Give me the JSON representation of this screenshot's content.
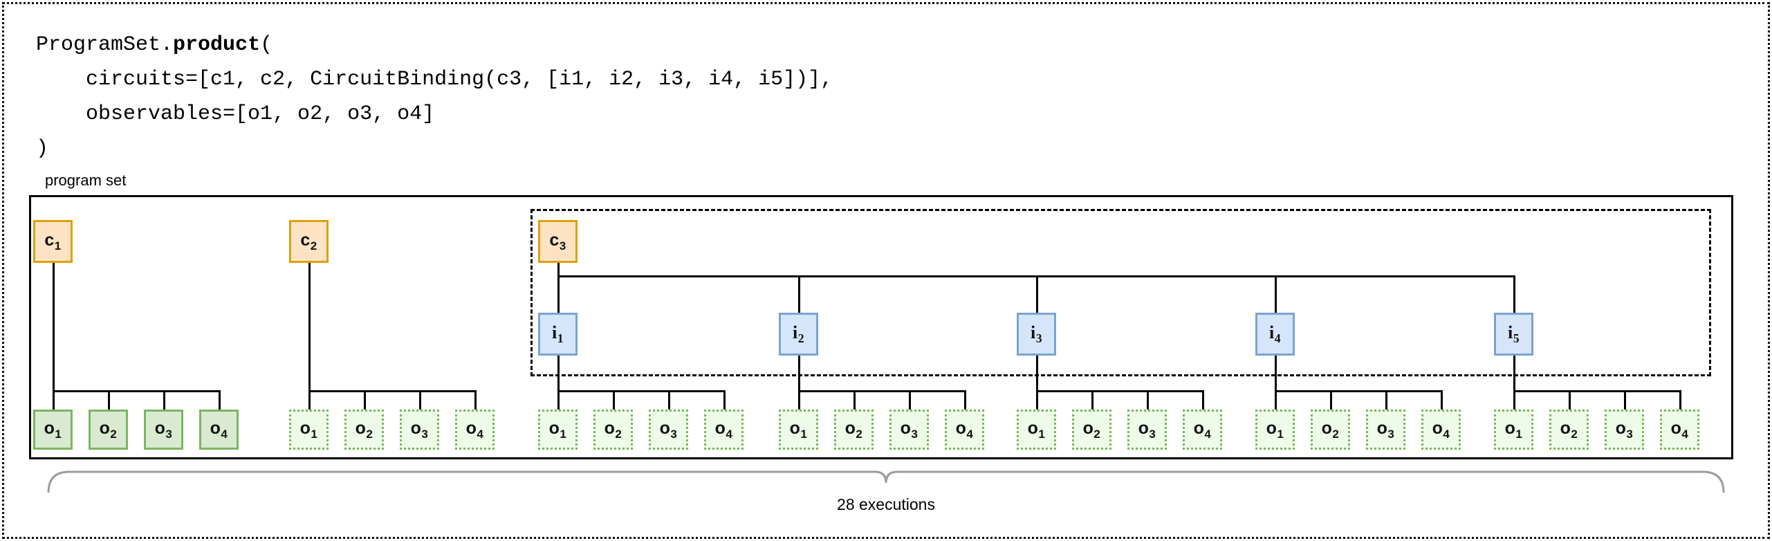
{
  "frame": {
    "style": "dotted"
  },
  "code": {
    "lines": [
      "ProgramSet.",
      "product",
      "(",
      "    circuits=[c1, c2, CircuitBinding(c3, [i1, i2, i3, i4, i5])],",
      "    observables=[o1, o2, o3, o4]",
      ")"
    ],
    "line1_prefix": "ProgramSet.",
    "line1_bold": "product",
    "line1_suffix": "(",
    "line2": "    circuits=[c1, c2, CircuitBinding(c3, [i1, i2, i3, i4, i5])],",
    "line3": "    observables=[o1, o2, o3, o4]",
    "line4": ")"
  },
  "diagram": {
    "program_set_label": "program set",
    "circuits": [
      {
        "id": "c1",
        "letter": "c",
        "sub": "1"
      },
      {
        "id": "c2",
        "letter": "c",
        "sub": "2"
      },
      {
        "id": "c3",
        "letter": "c",
        "sub": "3"
      }
    ],
    "inputs": [
      {
        "id": "i1",
        "letter": "i",
        "sub": "1"
      },
      {
        "id": "i2",
        "letter": "i",
        "sub": "2"
      },
      {
        "id": "i3",
        "letter": "i",
        "sub": "3"
      },
      {
        "id": "i4",
        "letter": "i",
        "sub": "4"
      },
      {
        "id": "i5",
        "letter": "i",
        "sub": "5"
      }
    ],
    "observables": [
      {
        "id": "o1",
        "letter": "o",
        "sub": "1"
      },
      {
        "id": "o2",
        "letter": "o",
        "sub": "2"
      },
      {
        "id": "o3",
        "letter": "o",
        "sub": "3"
      },
      {
        "id": "o4",
        "letter": "o",
        "sub": "4"
      }
    ],
    "observable_groups": 7,
    "executions_label": "28 executions",
    "colors": {
      "circuit_fill": "#fde3c4",
      "circuit_border": "#dfa00d",
      "input_fill": "#d6e6fa",
      "input_border": "#7ba3d0",
      "observable_fill": "#eefbe9",
      "observable_border": "#78b65b",
      "observable_fill_solid": "#d9ead1",
      "observable_border_solid": "#7bb661",
      "line": "#000000",
      "brace": "#9b9b9b"
    }
  }
}
